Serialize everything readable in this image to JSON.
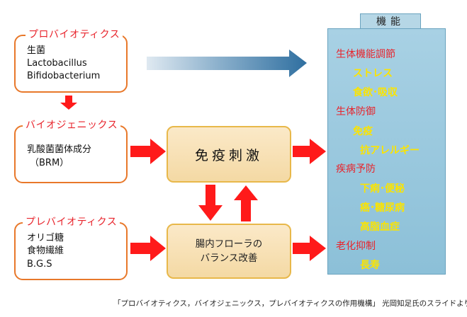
{
  "probiotics": {
    "title": "プロバイオティクス",
    "lines": [
      "生菌",
      "Lactobacillus",
      "Bifidobacterium"
    ]
  },
  "biogenics": {
    "title": "バイオジェニックス",
    "lines": [
      "乳酸菌菌体成分",
      "（BRM）"
    ]
  },
  "prebiotics": {
    "title": "プレバイオティクス",
    "lines": [
      "オリゴ糖",
      "食物繊維",
      "B.G.S"
    ]
  },
  "immune_box": {
    "label": "免疫刺激"
  },
  "flora_box": {
    "lines": [
      "腸内フローラの",
      "バランス改善"
    ]
  },
  "functions": {
    "tab_label": "機能",
    "items": [
      {
        "text": "生体機能調節",
        "type": "category"
      },
      {
        "text": "ストレス",
        "type": "sub"
      },
      {
        "text": "食欲･吸収",
        "type": "sub"
      },
      {
        "text": "生体防御",
        "type": "category"
      },
      {
        "text": "免疫",
        "type": "sub"
      },
      {
        "text": "抗アレルギー",
        "type": "sub"
      },
      {
        "text": "疾病予防",
        "type": "category"
      },
      {
        "text": "下痢･便秘",
        "type": "sub"
      },
      {
        "text": "癌･糖尿病",
        "type": "sub"
      },
      {
        "text": "高脂血症",
        "type": "sub"
      },
      {
        "text": "老化抑制",
        "type": "category"
      },
      {
        "text": "長寿",
        "type": "sub"
      }
    ]
  },
  "caption": "「プロバイオティクス，バイオジェニックス，プレバイオティクスの作用機構」 光岡知足氏のスライドより転用",
  "colors": {
    "box_border": "#e8782a",
    "title_red": "#e8242c",
    "arrow_red": "#ff1a1a",
    "panel_blue": "#9bc8dd",
    "function_yellow": "#fbe400",
    "big_arrow_blue": "#2f6fa0"
  }
}
